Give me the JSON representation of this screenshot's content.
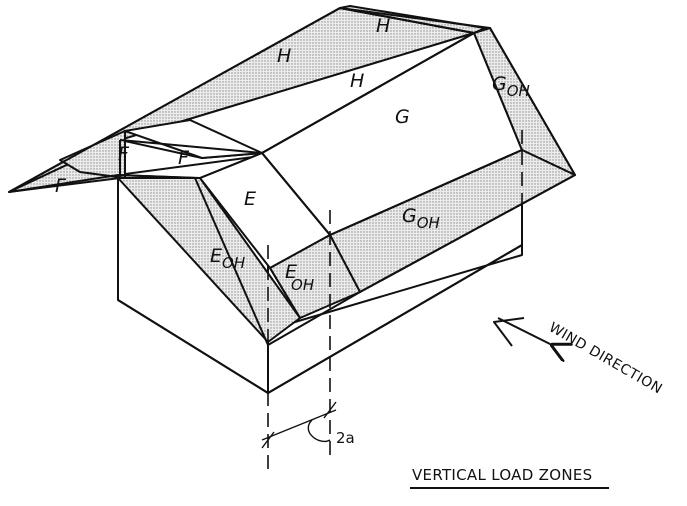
{
  "zones": {
    "h_top": "H",
    "h_left": "H",
    "h_mid": "H",
    "g": "G",
    "g_oh_right_base": "G",
    "g_oh_right_sub": "OH",
    "g_oh_front_base": "G",
    "g_oh_front_sub": "OH",
    "f_left": "F",
    "f_mid": "F",
    "f_right": "F",
    "e": "E",
    "e_oh_left_base": "E",
    "e_oh_left_sub": "OH",
    "e_oh_right_base": "E",
    "e_oh_right_sub": "OH"
  },
  "dimension_label": "2a",
  "wind_label": "WIND DIRECTION",
  "caption": "VERTICAL LOAD ZONES"
}
